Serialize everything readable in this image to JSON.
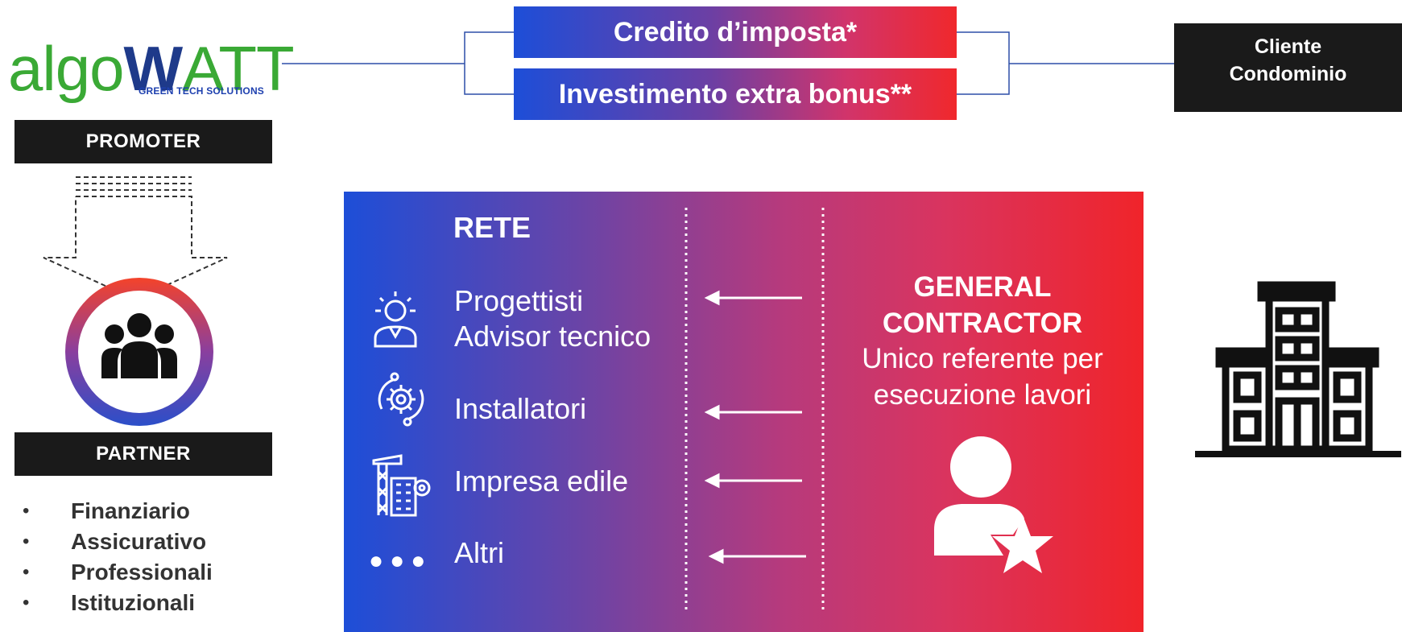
{
  "logo": {
    "part1": "algo",
    "part2": "W",
    "part3": "ATT",
    "tagline": "GREEN TECH SOLUTIONS"
  },
  "promoter_label": "PROMOTER",
  "partner_label": "PARTNER",
  "partner_items": [
    "Finanziario",
    "Assicurativo",
    "Professionali",
    "Istituzionali"
  ],
  "banners": {
    "credito": "Credito d’imposta*",
    "investimento": "Investimento extra bonus**"
  },
  "cliente": {
    "line1": "Cliente",
    "line2": "Condominio"
  },
  "rete": {
    "title": "RETE",
    "items": [
      {
        "line1": "Progettisti",
        "line2": "Advisor tecnico",
        "icon": "idea-person-icon"
      },
      {
        "line1": "Installatori",
        "icon": "gear-cycle-icon"
      },
      {
        "line1": "Impresa edile",
        "icon": "construction-icon"
      },
      {
        "line1": "Altri",
        "icon": "more-dots-icon"
      }
    ]
  },
  "general_contractor": {
    "title_line1": "GENERAL",
    "title_line2": "CONTRACTOR",
    "sub_line1": "Unico referente per",
    "sub_line2": "esecuzione lavori"
  },
  "colors": {
    "gradient_start": "#1d4ed8",
    "gradient_end": "#f0242a",
    "logo_green": "#3aa935",
    "logo_blue": "#1e3a8a",
    "dark_box": "#1a1a1a"
  }
}
